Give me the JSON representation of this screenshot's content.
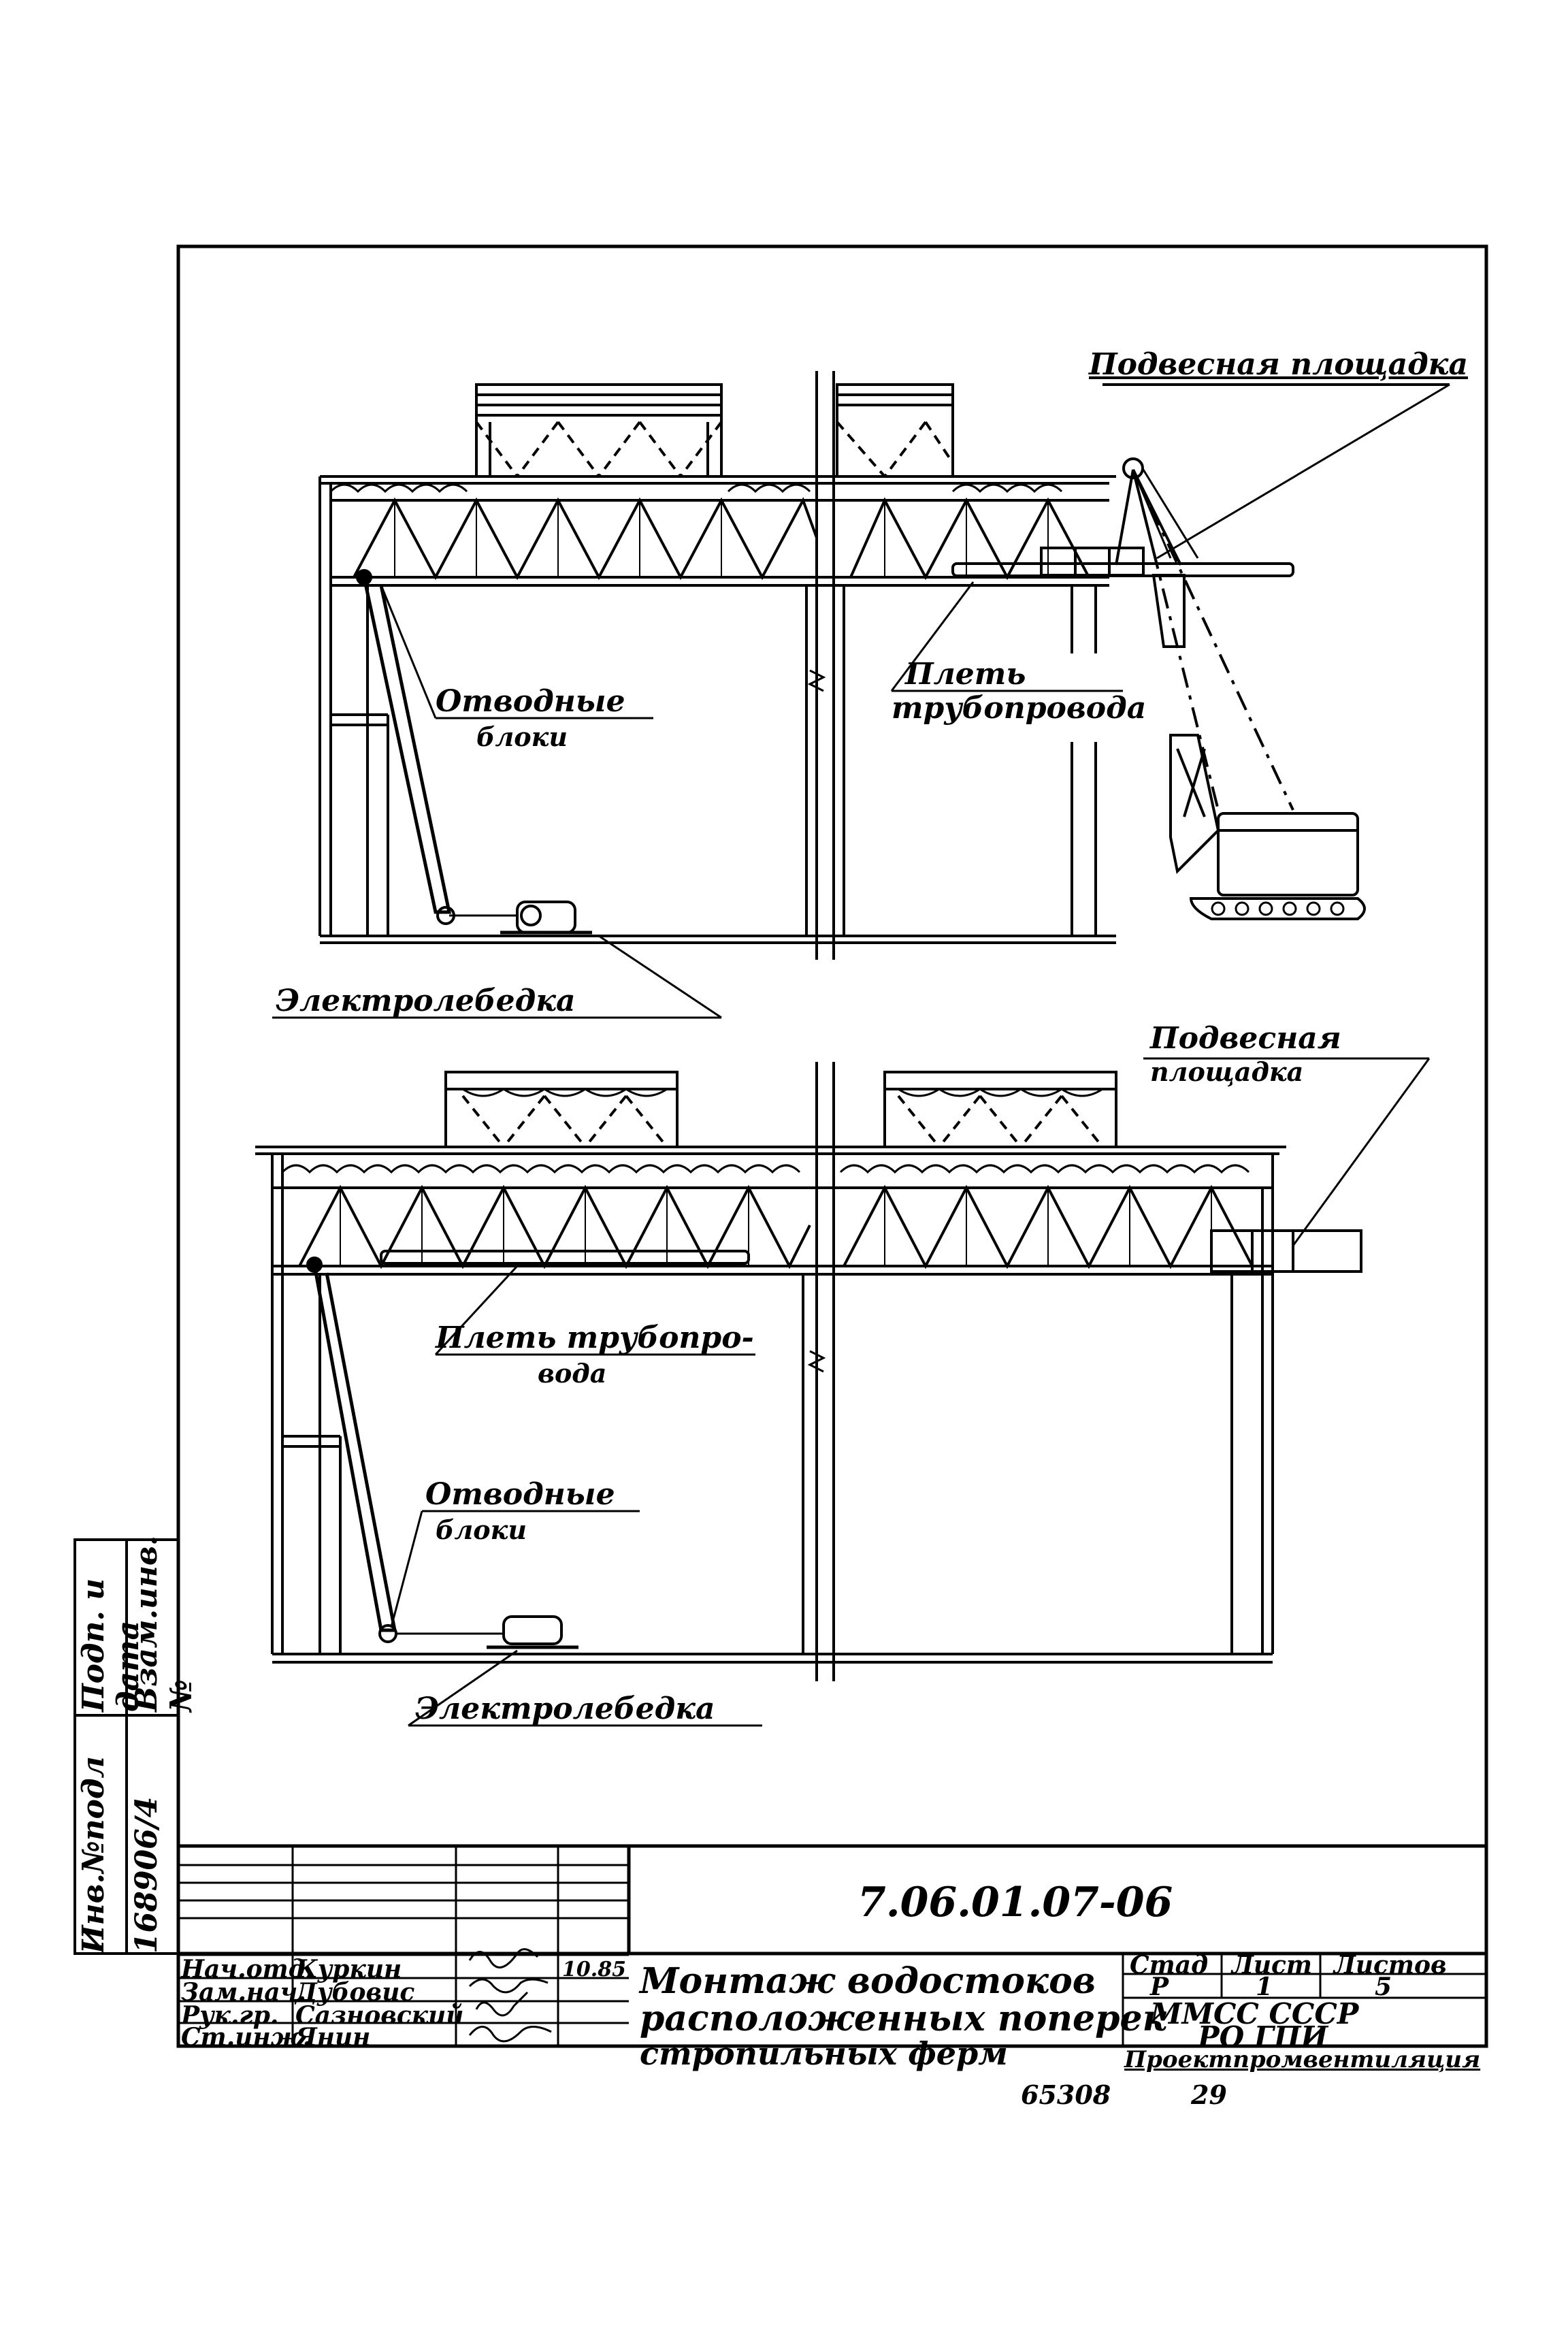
{
  "drawing": {
    "top_view": {
      "label_platform": "Подвесная площадка",
      "label_pipe_line1": "Плеть",
      "label_pipe_line2": "трубопровода",
      "label_blocks_line1": "Отводные",
      "label_blocks_line2": "блоки",
      "label_winch": "Электролебедка"
    },
    "bottom_view": {
      "label_platform_line1": "Подвесная",
      "label_platform_line2": "площадка",
      "label_pipe_line1": "Плеть трубопро-",
      "label_pipe_line2": "вода",
      "label_blocks_line1": "Отводные",
      "label_blocks_line2": "блоки",
      "label_winch": "Электролебедка"
    }
  },
  "side_stamp": {
    "col1": "Инв.№подл",
    "col1_value": "168906/4",
    "col2": "Подп. и дата",
    "col3": "Взам.инв.№"
  },
  "title_block": {
    "doc_code": "7.06.01.07-06",
    "roles": [
      "Нач.отд.",
      "Зам.нач.",
      "Рук.гр.",
      "Ст.инж."
    ],
    "names": [
      "Куркин",
      "Дубовис",
      "Сазновский",
      "Янин"
    ],
    "date": "10.85",
    "title_line1": "Монтаж водостоков",
    "title_line2": "расположенных поперек",
    "title_line3": "стропильных ферм",
    "stage_header": "Стад",
    "sheet_header": "Лист",
    "sheets_header": "Листов",
    "stage_value": "Р",
    "sheet_value": "1",
    "sheets_value": "5",
    "org_line1": "ММСС СССР",
    "org_line2": "РО ГПИ",
    "org_line3": "Проектпромвентиляция"
  },
  "footer": {
    "archive_no": "65308",
    "page_no": "29"
  }
}
